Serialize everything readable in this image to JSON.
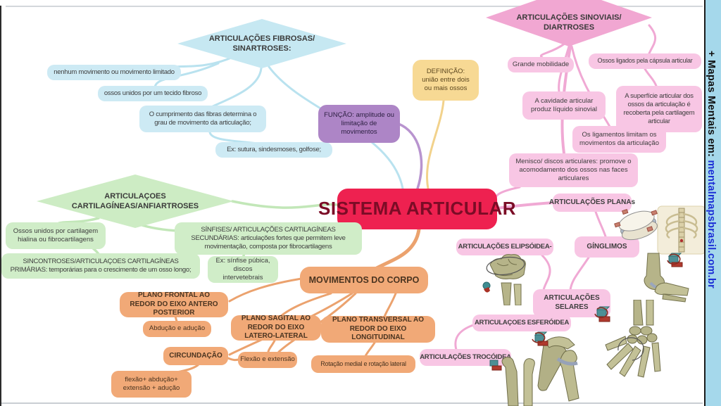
{
  "sidebar": {
    "prefix": "+ Mapas Mentais em: ",
    "link": "mentalmapsbrasil.com.br"
  },
  "central": {
    "label": "SISTEMA ARTICULAR"
  },
  "definition": {
    "label": "DEFINIÇÃO: união entre dois ou mais ossos"
  },
  "function": {
    "label": "FUNÇÃO: amplitude ou limitação de movimentos"
  },
  "fibrous": {
    "title": "ARTICULAÇÕES FIBROSAS/\nSINARTROSES:",
    "items": [
      "nenhum movimento ou movimento limitado",
      "ossos unidos por um tecido fibroso",
      "O cumprimento das fibras determina o grau de movimento da articulação;",
      "Ex: sutura, sindesmoses, golfose;"
    ]
  },
  "synovial": {
    "title": "ARTICULAÇÕES SINOVIAIS/\nDIARTROSES",
    "items": [
      "Grande mobilidade",
      "Ossos ligados pela cápsula articular",
      "A cavidade articular produz líquido sinovial",
      "A superfície articular dos ossos da articulação é recoberta pela cartilagem articular",
      "Os ligamentos limitam os movimentos da articulação",
      "Menisco/ discos articulares: promove o acomodamento dos ossos nas faces articulares"
    ],
    "types": [
      "ARTICULAÇÕES PLANAs",
      "GÍNGLIMOS",
      "ARTICULAÇÕES ELIPSÓIDEA-",
      "ARTICULAÇÕES\nSELARES",
      "ARTICULAÇOES ESFERÓIDEA",
      "ARTICULAÇÕES TROCÓIDEA"
    ]
  },
  "cartilaginous": {
    "title": "ARTICULAÇOES\nCARTILAGÍNEAS/ANFIARTROSES",
    "items": [
      "Ossos unidos por cartilagem hialina ou fibrocartilagens",
      "SÍNFISES/ ARTICULAÇÕES CARTILAGÍNEAS SECUNDÁRIAS: articulações fortes que permitem leve movimentação, composta por fibrocartilagens",
      "SINCONTROSES/ARTICULAÇOES CARTILAGÍNEAS PRIMÁRIAS: temporárias para o crescimento de um osso longo;",
      "Ex: sínfise púbica, discos intervetebrais"
    ]
  },
  "movements": {
    "title": "MOVIMENTOS DO CORPO",
    "items": [
      "PLANO FRONTAL AO REDOR DO EIXO ANTERO POSTERIOR",
      "Abdução e adução",
      "PLANO SAGITAL AO REDOR DO EIXO LATERO-LATERAL",
      "PLANO TRANSVERSAL AO REDOR DO EIXO LONGITUDINAL",
      "CIRCUNDAÇÃO",
      "Flexão e extensão",
      "Rotação medial e rotação lateral",
      "flexão+ abdução+ extensão + adução"
    ]
  },
  "colors": {
    "center": "#ee2150",
    "center_text": "#7b0c26",
    "fibrous": "#cdeaf4",
    "synovial_diamond": "#f1a7d2",
    "synovial": "#f8c6e4",
    "cartilaginous": "#d0edc8",
    "movements": "#f1a977",
    "definition": "#f7d994",
    "function": "#ad85c6",
    "sidebar_bg": "#a5d8eb",
    "link": "#1b2ed6"
  },
  "illustrations": [
    "ribcage",
    "articular-disc",
    "carpal-bones",
    "elbow-joint",
    "shoulder-joint",
    "hand-bones",
    "femur-bones"
  ]
}
